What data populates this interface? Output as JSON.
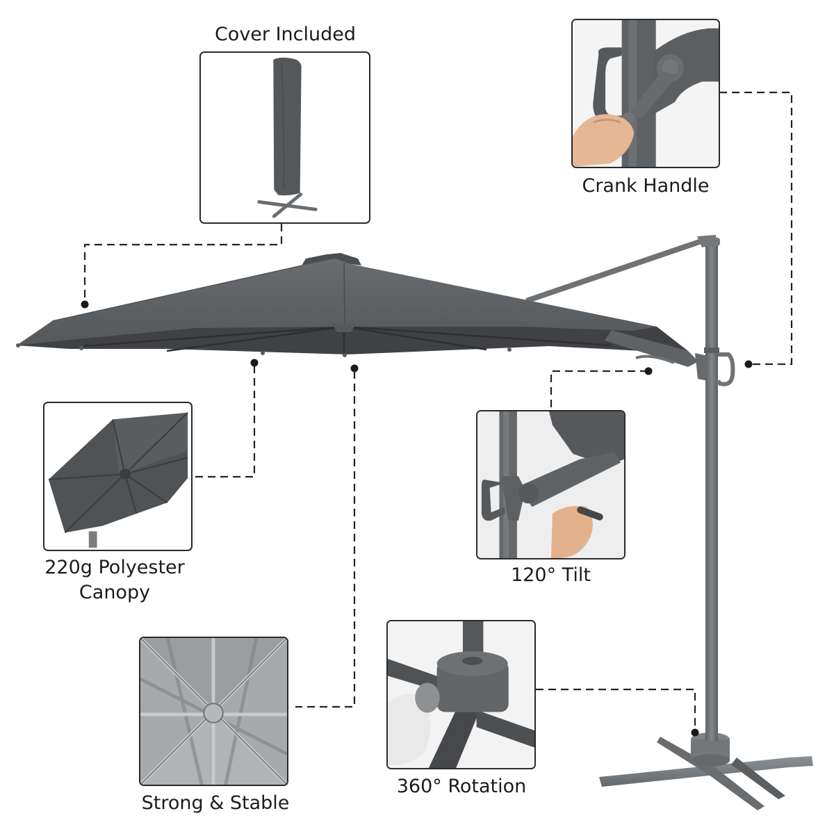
{
  "features": [
    {
      "id": "cover",
      "label": "Cover Included"
    },
    {
      "id": "crank",
      "label": "Crank Handle"
    },
    {
      "id": "canopy",
      "label_line1": "220g Polyester",
      "label_line2": "Canopy"
    },
    {
      "id": "tilt",
      "label": "120° Tilt"
    },
    {
      "id": "frame",
      "label": "Strong & Stable"
    },
    {
      "id": "rotation",
      "label": "360° Rotation"
    }
  ],
  "colors": {
    "canopy": "#55585b",
    "canopy_underside": "#3f4144",
    "pole": "#6e7174",
    "line": "#222222",
    "box_border": "#2a2a2a"
  }
}
